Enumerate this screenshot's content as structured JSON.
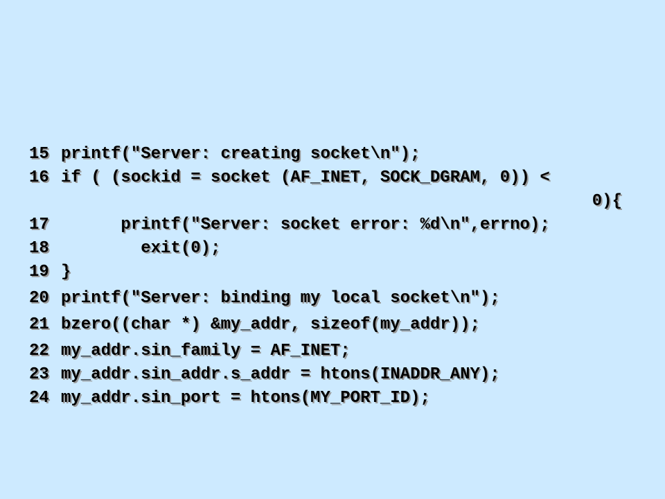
{
  "code": {
    "lines": [
      {
        "num": "15",
        "text": "printf(\"Server: creating socket\\n\");"
      },
      {
        "num": "16",
        "text": "if ( (sockid = socket (AF_INET, SOCK_DGRAM, 0)) <",
        "continuation": "0){"
      },
      {
        "num": "17",
        "text": "      printf(\"Server: socket error: %d\\n\",errno);"
      },
      {
        "num": "18",
        "text": "        exit(0);"
      },
      {
        "num": "19",
        "text": "}"
      },
      {
        "num": "20",
        "text": "printf(\"Server: binding my local socket\\n\");"
      },
      {
        "num": "21",
        "text": "bzero((char *) &my_addr, sizeof(my_addr));"
      },
      {
        "num": "22",
        "text": "my_addr.sin_family = AF_INET;"
      },
      {
        "num": "23",
        "text": "my_addr.sin_addr.s_addr = htons(INADDR_ANY);"
      },
      {
        "num": "24",
        "text": "my_addr.sin_port = htons(MY_PORT_ID);"
      }
    ]
  }
}
